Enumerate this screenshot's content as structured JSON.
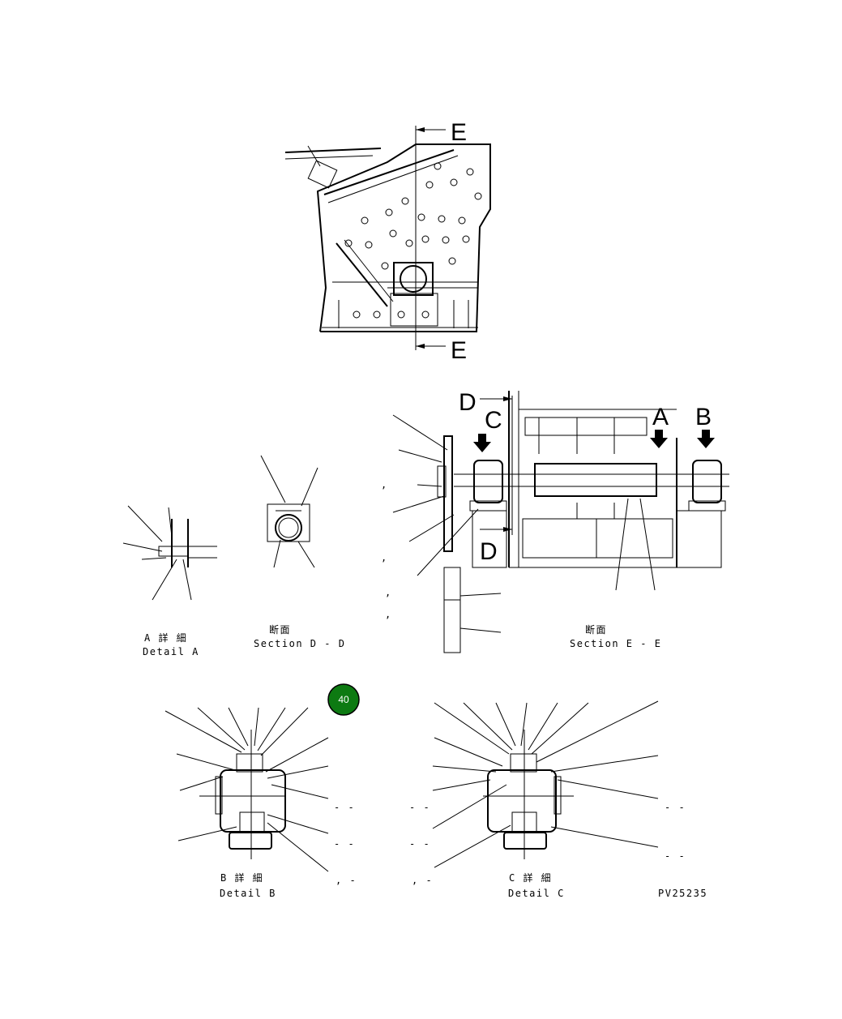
{
  "section_markers": {
    "e_top": "E",
    "e_bottom": "E",
    "d_top": "D",
    "d_bottom": "D"
  },
  "detail_markers": {
    "a": "A",
    "b": "B",
    "c": "C"
  },
  "labels": {
    "detail_a_jp": "A 詳 細",
    "detail_a_en": "Detail A",
    "section_dd_jp": "断面",
    "section_dd_en": "Section D - D",
    "section_ee_jp": "断面",
    "section_ee_en": "Section E - E",
    "detail_b_jp": "B 詳 細",
    "detail_b_en": "Detail B",
    "detail_c_jp": "C 詳 細",
    "detail_c_en": "Detail C",
    "drawing_number": "PV25235"
  },
  "badge": {
    "number": "40",
    "color": "#0d7a12"
  },
  "dash_marks": [
    "- -",
    "- -",
    "- -",
    "- -",
    "- -",
    "- -",
    "- -",
    "- -",
    ", -",
    ", -"
  ],
  "comma_marks": [
    ",",
    ",",
    ",",
    ","
  ]
}
